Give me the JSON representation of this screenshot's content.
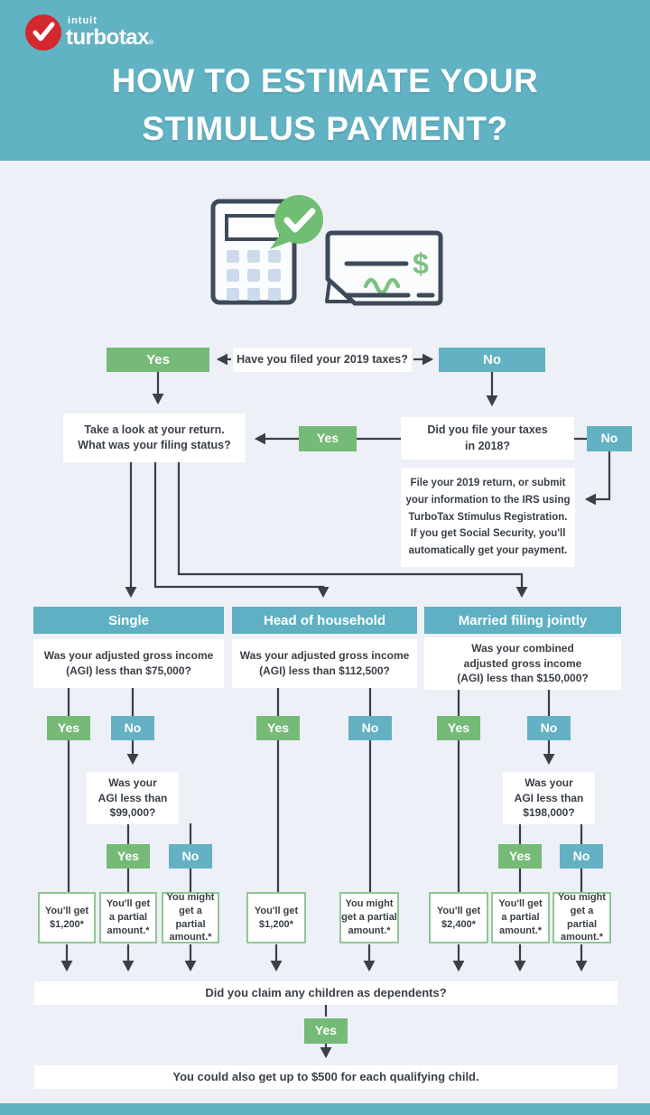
{
  "brand": {
    "intuit": "intuit",
    "turbotax": "turbotax",
    "registered": "®"
  },
  "title": {
    "line1": "HOW TO ESTIMATE YOUR",
    "line2": "STIMULUS PAYMENT?"
  },
  "labels": {
    "yes": "Yes",
    "no": "No"
  },
  "illustration": {
    "dollar_sign": "$"
  },
  "flow": {
    "filed_2019": "Have you filed your 2019 taxes?",
    "filing_status": "Take a look at your return.\nWhat was your filing status?",
    "filed_2018": "Did you file your taxes\nin 2018?",
    "registration_info": "File your 2019 return, or submit\nyour information to the IRS using\nTurboTax Stimulus Registration.\nIf you get Social Security, you'll\nautomatically get your payment.",
    "dependents_question": "Did you claim any children as dependents?",
    "child_credit": "You could also get up to $500 for each qualifying child."
  },
  "columns": {
    "single": {
      "header": "Single",
      "agi_question": "Was your adjusted gross income\n(AGI) less than ",
      "agi_amount": "$75,000?",
      "sub_question": "Was your\nAGI less than\n",
      "sub_amount": "$99,000?"
    },
    "hoh": {
      "header": "Head of household",
      "agi_question": "Was your adjusted gross income\n(AGI) less than ",
      "agi_amount": "$112,500?"
    },
    "married": {
      "header": "Married filing jointly",
      "agi_question": "Was your combined\nadjusted gross income\n(AGI) less than ",
      "agi_amount": "$150,000?",
      "sub_question": "Was your\nAGI less than\n",
      "sub_amount": "$198,000?"
    }
  },
  "results": {
    "full_1200": "You'll get\n$1,200*",
    "full_2400": "You'll get\n$2,400*",
    "partial": "You'll get\na partial\namount.*",
    "might_partial": "You might\nget a partial\namount.*"
  },
  "colors": {
    "header_teal": "#61B2C3",
    "yes_green": "#75BA77",
    "no_blue": "#63B1C3",
    "background": "#EDF0F6",
    "ink": "#3A4047",
    "turbotax_red": "#D4282E",
    "result_border": "#90C795",
    "illustration_green": "#6FBE74"
  }
}
